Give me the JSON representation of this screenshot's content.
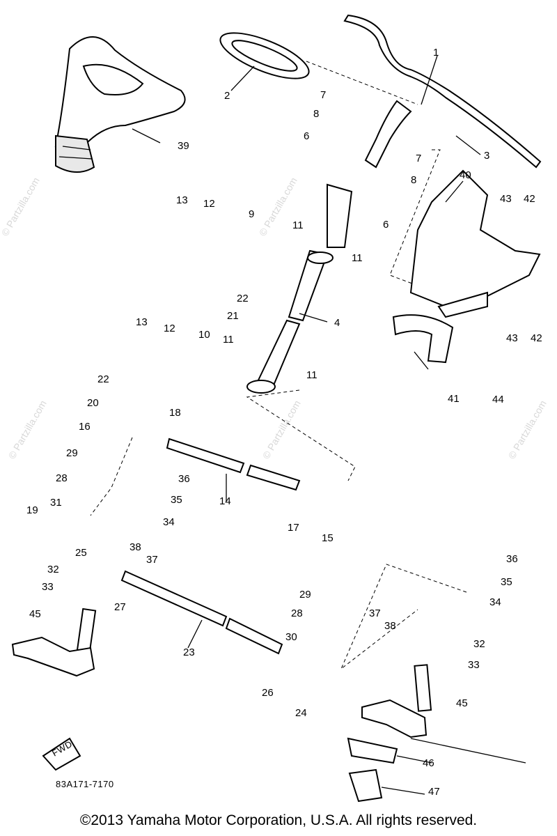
{
  "watermarks": [
    "© Partzilla.com",
    "© Partzilla.com",
    "© Partzilla.com",
    "© Partzilla.com",
    "© Partzilla.com"
  ],
  "diagram_code": "83A171-7170",
  "fwd_label": "FWD",
  "copyright": "©2013 Yamaha Motor Corporation, U.S.A. All rights reserved.",
  "callouts": {
    "c1": "1",
    "c2": "2",
    "c3": "3",
    "c4": "4",
    "c6a": "6",
    "c6b": "6",
    "c7a": "7",
    "c7b": "7",
    "c8a": "8",
    "c8b": "8",
    "c9": "9",
    "c10": "10",
    "c11a": "11",
    "c11b": "11",
    "c11c": "11",
    "c11d": "11",
    "c12a": "12",
    "c12b": "12",
    "c13a": "13",
    "c13b": "13",
    "c14": "14",
    "c15": "15",
    "c16": "16",
    "c17": "17",
    "c18": "18",
    "c19": "19",
    "c20": "20",
    "c21": "21",
    "c22a": "22",
    "c22b": "22",
    "c23": "23",
    "c24": "24",
    "c25": "25",
    "c26": "26",
    "c27": "27",
    "c28a": "28",
    "c28b": "28",
    "c29a": "29",
    "c29b": "29",
    "c30": "30",
    "c31": "31",
    "c32a": "32",
    "c32b": "32",
    "c33a": "33",
    "c33b": "33",
    "c34a": "34",
    "c34b": "34",
    "c35a": "35",
    "c35b": "35",
    "c36a": "36",
    "c36b": "36",
    "c37a": "37",
    "c37b": "37",
    "c38a": "38",
    "c38b": "38",
    "c39": "39",
    "c40": "40",
    "c41": "41",
    "c42a": "42",
    "c42b": "42",
    "c43a": "43",
    "c43b": "43",
    "c44": "44",
    "c45a": "45",
    "c45b": "45",
    "c46": "46",
    "c47": "47"
  }
}
